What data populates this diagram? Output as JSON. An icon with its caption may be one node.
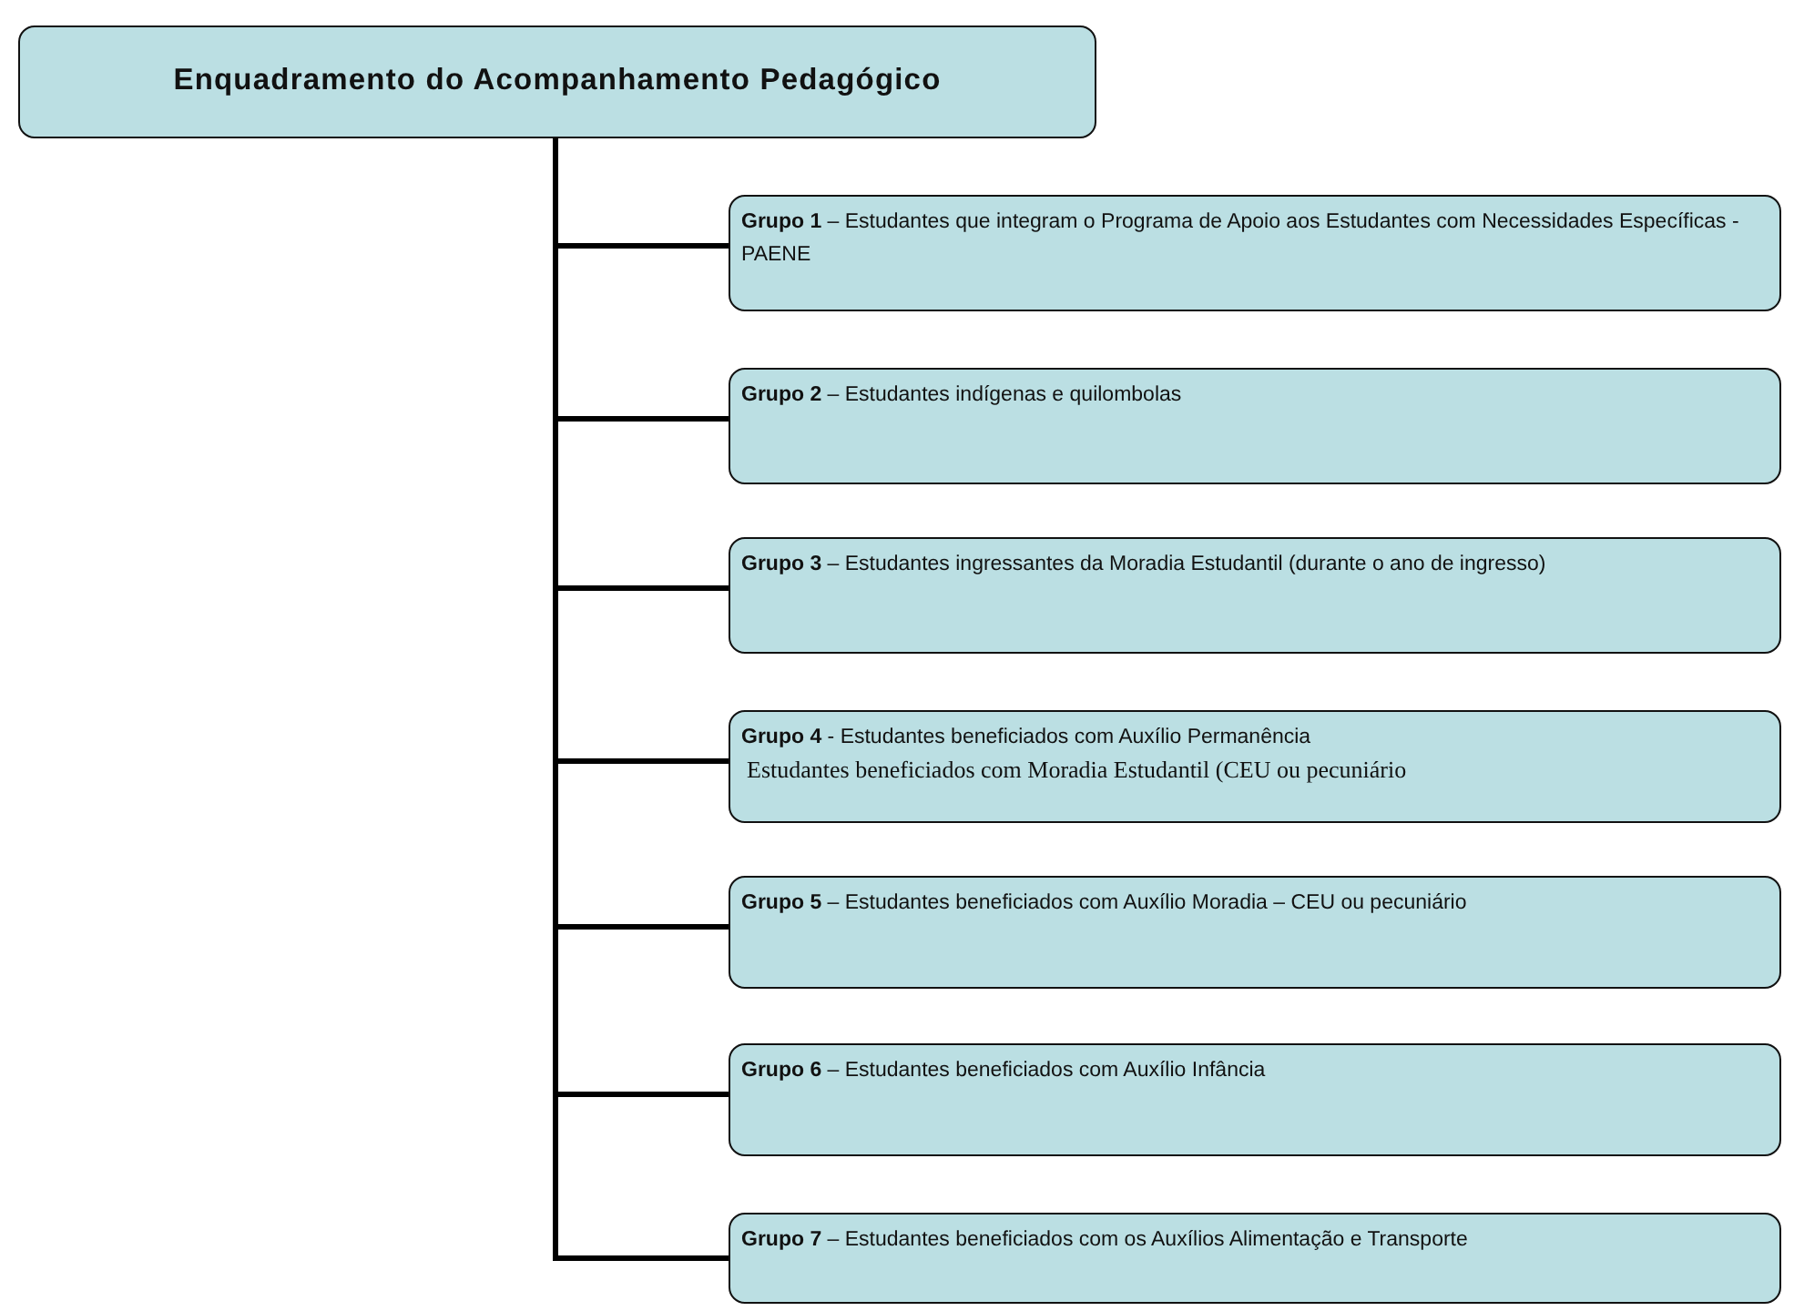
{
  "diagram": {
    "nodes": [
      {
        "text": [
          "Enquadramento do Acompanhamento Pedagógico"
        ]
      },
      {
        "text": [
          "**Grupo 1** – Estudantes que integram o Programa de Apoio aos Estudantes com Necessidades Específicas - PAENE"
        ]
      },
      {
        "text": [
          "**Grupo 2** – Estudantes indígenas e quilombolas"
        ]
      },
      {
        "text": [
          "**Grupo 3** – Estudantes ingressantes da Moradia Estudantil (durante o ano de ingresso)"
        ]
      },
      {
        "text": [
          "**Grupo 4** - Estudantes beneficiados com Auxílio Permanência",
          "Estudantes beneficiados com Moradia Estudantil (CEU ou pecuniário"
        ]
      },
      {
        "text": [
          "**Grupo 5** – Estudantes beneficiados com Auxílio Moradia – CEU ou pecuniário"
        ]
      },
      {
        "text": [
          "**Grupo 6** – Estudantes beneficiados com Auxílio Infância"
        ]
      },
      {
        "text": [
          "**Grupo 7** – Estudantes beneficiados com os Auxílios Alimentação e Transporte"
        ]
      }
    ],
    "edges": [
      {
        "from": 0,
        "to": 1,
        "arrow": "none"
      },
      {
        "from": 0,
        "to": 2,
        "arrow": "none"
      },
      {
        "from": 0,
        "to": 3,
        "arrow": "none"
      },
      {
        "from": 0,
        "to": 4,
        "arrow": "none"
      },
      {
        "from": 0,
        "to": 5,
        "arrow": "none"
      },
      {
        "from": 0,
        "to": 6,
        "arrow": "none"
      },
      {
        "from": 0,
        "to": 7,
        "arrow": "none"
      }
    ]
  }
}
